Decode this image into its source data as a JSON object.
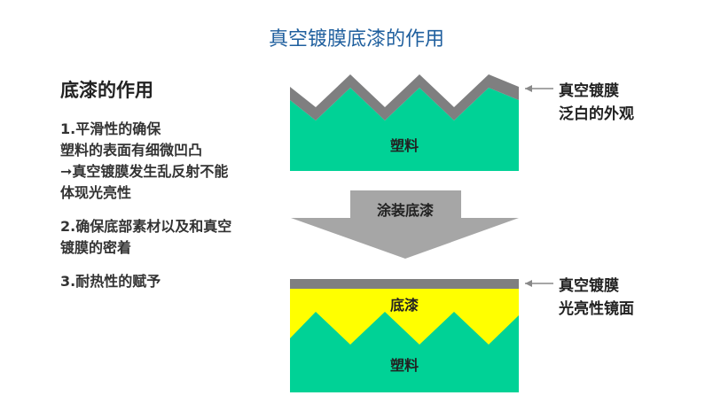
{
  "title": "真空镀膜底漆的作用",
  "panel": {
    "heading": "底漆的作用",
    "point1": {
      "line1": "1.平滑性的确保",
      "line2": "塑料的表面有细微凹凸",
      "line3": "➞真空镀膜发生乱反射不能",
      "line4": "体现光亮性"
    },
    "point2": {
      "line1": "2.确保底部素材以及和真空",
      "line2": "镀膜的密着"
    },
    "point3": {
      "line1": "3.耐热性的赋予"
    }
  },
  "diagram": {
    "before": {
      "plastic_label": "塑料",
      "callout_line1": "真空镀膜",
      "callout_line2": "泛白的外观"
    },
    "process_arrow_label": "涂装底漆",
    "after": {
      "primer_label": "底漆",
      "plastic_label": "塑料",
      "callout_line1": "真空镀膜",
      "callout_line2": "光亮性镜面"
    },
    "colors": {
      "plastic": "#00d296",
      "coating": "#7f7f80",
      "primer": "#ffff00",
      "arrow": "#a6a6a6",
      "title": "#1f5f9e"
    }
  }
}
